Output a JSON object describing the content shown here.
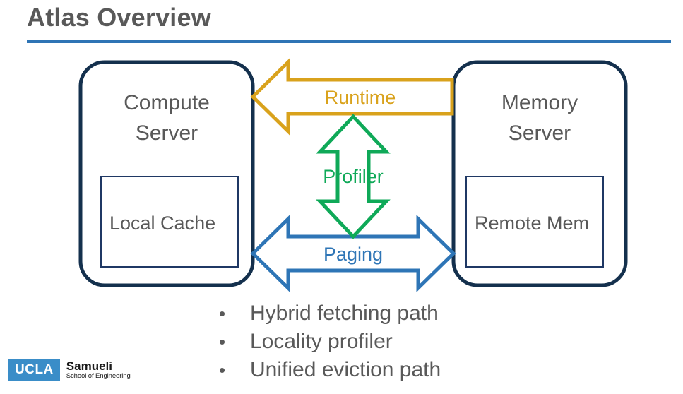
{
  "slide": {
    "title": "Atlas Overview",
    "title_color": "#595959",
    "rule_color": "#2E74B5"
  },
  "diagram": {
    "nodes": [
      {
        "id": "compute-server",
        "title_line1": "Compute",
        "title_line2": "Server",
        "inner_label": "Local Cache",
        "border_color": "#14304D"
      },
      {
        "id": "memory-server",
        "title_line1": "Memory",
        "title_line2": "Server",
        "inner_label": "Remote Mem",
        "border_color": "#14304D"
      }
    ],
    "arrows": [
      {
        "id": "runtime",
        "label": "Runtime",
        "color": "#D9A21C",
        "direction": "memory-server-to-compute-server"
      },
      {
        "id": "profiler",
        "label": "Profiler",
        "color": "#0FA958",
        "direction": "bidirectional-vertical"
      },
      {
        "id": "paging",
        "label": "Paging",
        "color": "#2E75B6",
        "direction": "bidirectional-horizontal"
      }
    ]
  },
  "bullets": [
    {
      "marker": "•",
      "text": "Hybrid fetching path"
    },
    {
      "marker": "•",
      "text": "Locality profiler"
    },
    {
      "marker": "•",
      "text": "Unified eviction path"
    }
  ],
  "logo": {
    "mark": "UCLA",
    "school": "Samueli",
    "subtitle": "School of Engineering",
    "mark_bg": "#3A8DC8"
  }
}
